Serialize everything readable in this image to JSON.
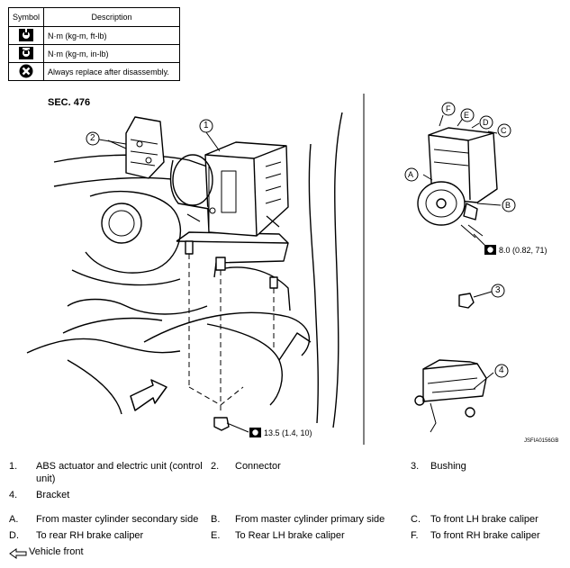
{
  "symbol_table": {
    "header": {
      "symbol": "Symbol",
      "description": "Description"
    },
    "rows": [
      {
        "icon": "torque-wrench-icon",
        "description": "N·m (kg-m, ft-lb)"
      },
      {
        "icon": "torque-wrench-small-icon",
        "description": "N·m (kg-m, in-lb)"
      },
      {
        "icon": "always-replace-icon",
        "description": "Always replace after disassembly."
      }
    ]
  },
  "section_label": "SEC. 476",
  "callouts": {
    "n1": "1",
    "n2": "2",
    "n3": "3",
    "n4": "4",
    "A": "A",
    "B": "B",
    "C": "C",
    "D": "D",
    "E": "E",
    "F": "F"
  },
  "torques": {
    "t1": "8.0 (0.82, 71)",
    "t2": "13.5 (1.4, 10)"
  },
  "image_code": "JSFIA0156GB",
  "legend": {
    "items": [
      {
        "num": "1.",
        "text": "ABS actuator and electric unit (control",
        "cont": "unit)"
      },
      {
        "num": "2.",
        "text": "Connector"
      },
      {
        "num": "3.",
        "text": "Bushing"
      },
      {
        "num": "4.",
        "text": "Bracket"
      }
    ],
    "letters": [
      {
        "letter": "A.",
        "text": "From master cylinder secondary side"
      },
      {
        "letter": "B.",
        "text": "From master cylinder primary side"
      },
      {
        "letter": "C.",
        "text": "To front LH brake caliper"
      },
      {
        "letter": "D.",
        "text": "To rear RH brake caliper"
      },
      {
        "letter": "E.",
        "text": "To Rear LH brake caliper"
      },
      {
        "letter": "F.",
        "text": "To front RH brake caliper"
      }
    ],
    "vehicle_front": "Vehicle front"
  }
}
